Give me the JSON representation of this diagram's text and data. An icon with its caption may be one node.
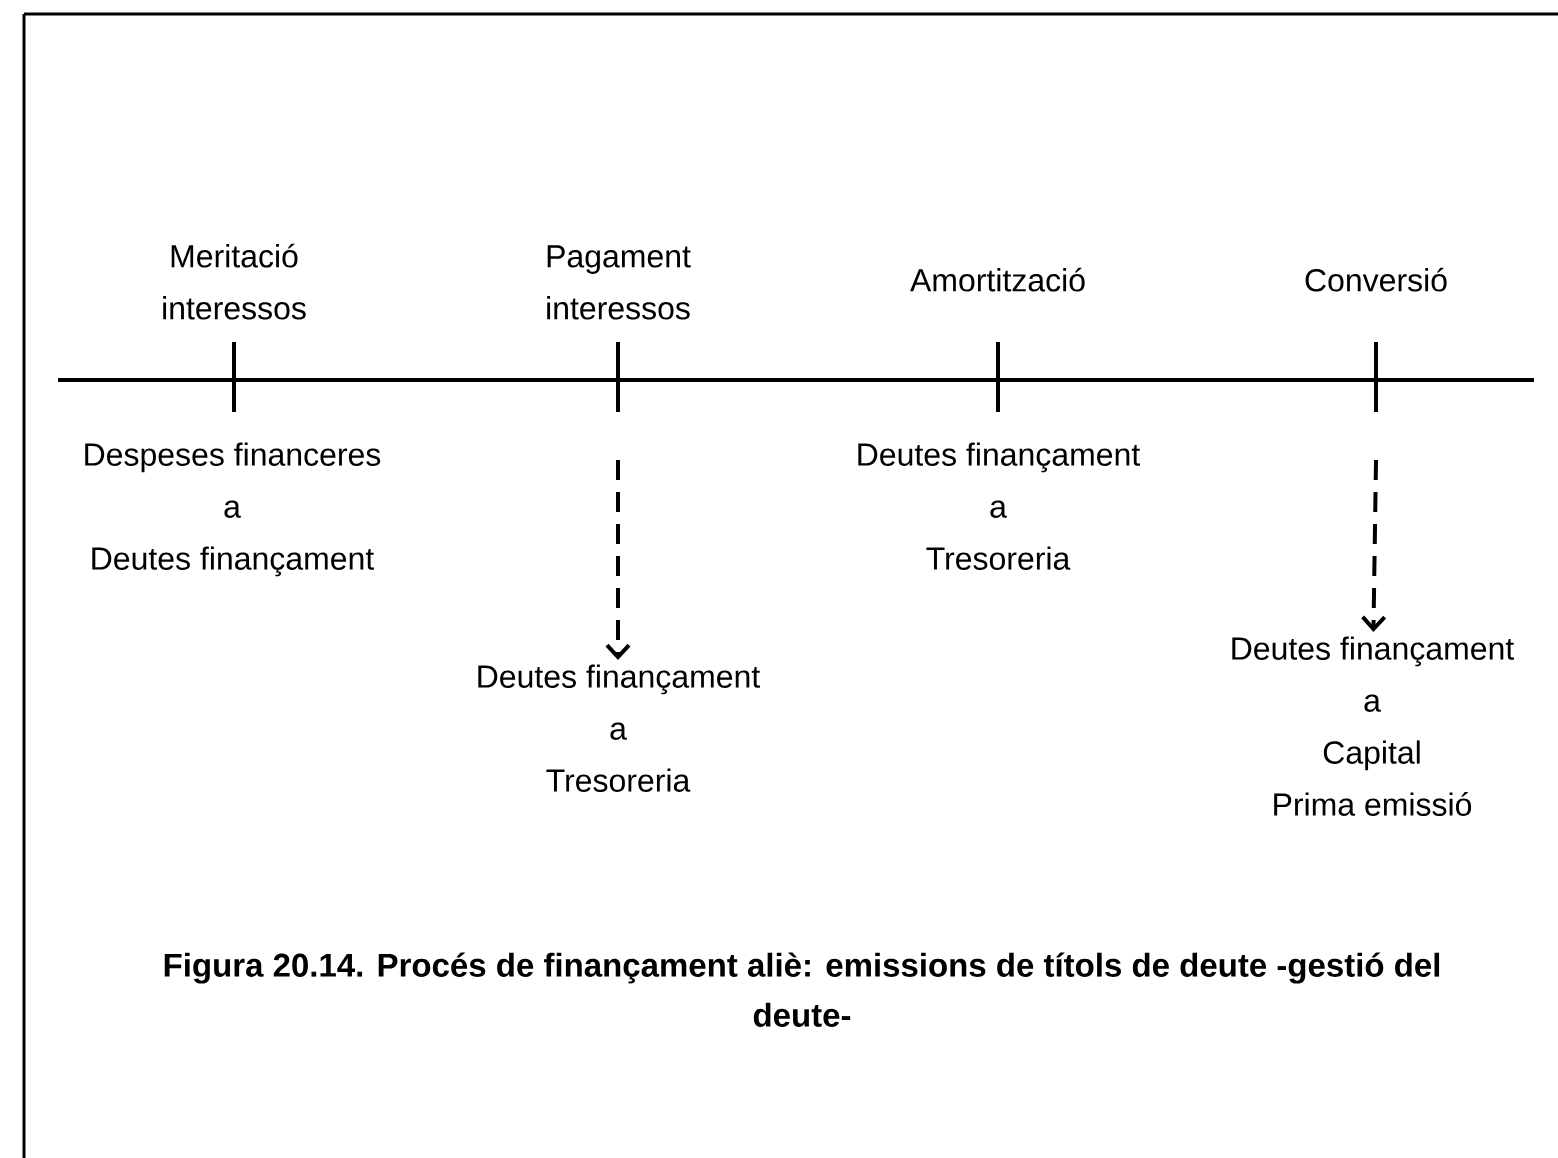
{
  "diagram": {
    "caption": "Figura 20.14. Procés de finançament aliè: emissions de títols de deute -gestió del deute-",
    "nodes": [
      {
        "text": [
          "Meritació interessos"
        ]
      },
      {
        "text": [
          "Pagament interessos"
        ]
      },
      {
        "text": [
          "Amortització"
        ]
      },
      {
        "text": [
          "Conversió"
        ]
      },
      {
        "text": [
          "Despeses financeres a Deutes finançament"
        ]
      },
      {
        "text": [
          "Deutes finançament a Tresoreria"
        ]
      },
      {
        "text": [
          "Deutes finançament a Tresoreria"
        ]
      },
      {
        "text": [
          "Deutes finançament a Capital Prima emissió"
        ]
      }
    ],
    "edges": [
      {
        "from": null,
        "to": 6,
        "arrow": "to",
        "style": "dashed"
      },
      {
        "from": null,
        "to": 7,
        "arrow": "to",
        "style": "dashed"
      }
    ]
  }
}
